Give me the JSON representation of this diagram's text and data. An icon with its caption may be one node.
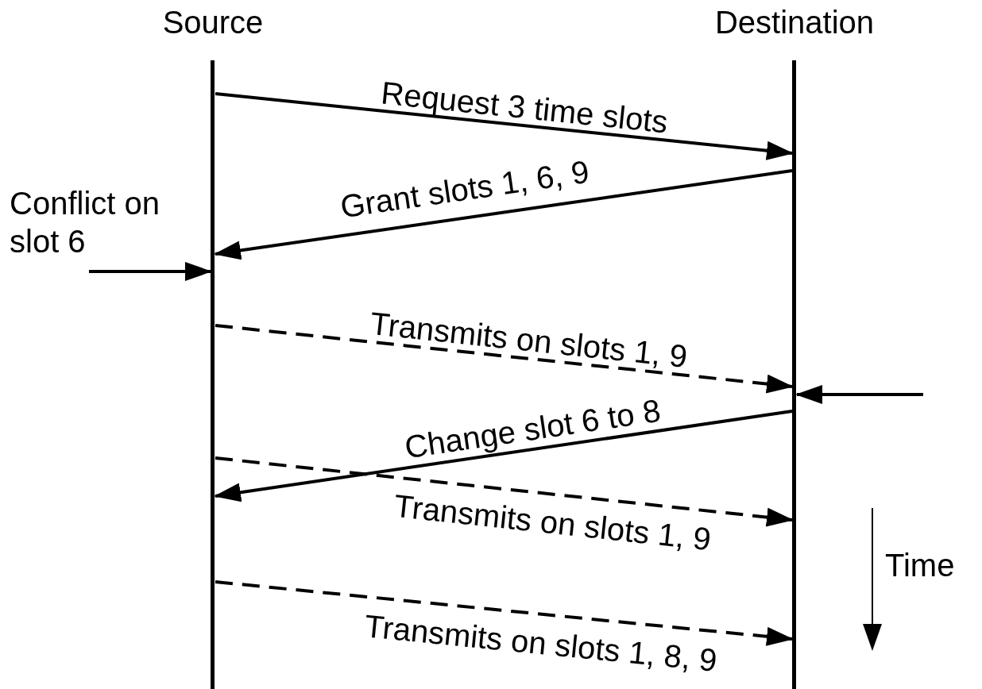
{
  "diagram": {
    "nodes": [
      {
        "text": [
          "Source"
        ]
      },
      {
        "text": [
          "Destination"
        ]
      },
      {
        "text": [
          "Conflict on slot 6"
        ]
      }
    ],
    "edges": [
      {
        "from": 0,
        "to": 1,
        "arrow": "to",
        "label": "Request 3 time slots"
      },
      {
        "from": 1,
        "to": 0,
        "arrow": "to",
        "label": "Grant slots 1, 6, 9"
      },
      {
        "from": 2,
        "to": 0,
        "arrow": "to"
      },
      {
        "from": 0,
        "to": 1,
        "arrow": "to",
        "label": "Transmits on slots 1, 9",
        "style": "dashed"
      },
      {
        "from": null,
        "to": 1,
        "arrow": "to"
      },
      {
        "from": 1,
        "to": 0,
        "arrow": "to",
        "label": "Change slot 6 to 8"
      },
      {
        "from": 0,
        "to": 1,
        "arrow": "to",
        "label": "Transmits on slots 1, 9",
        "style": "dashed"
      },
      {
        "from": 0,
        "to": 1,
        "arrow": "to",
        "label": "Transmits on slots 1, 8, 9",
        "style": "dashed"
      }
    ],
    "labels": [
      "Time"
    ]
  }
}
